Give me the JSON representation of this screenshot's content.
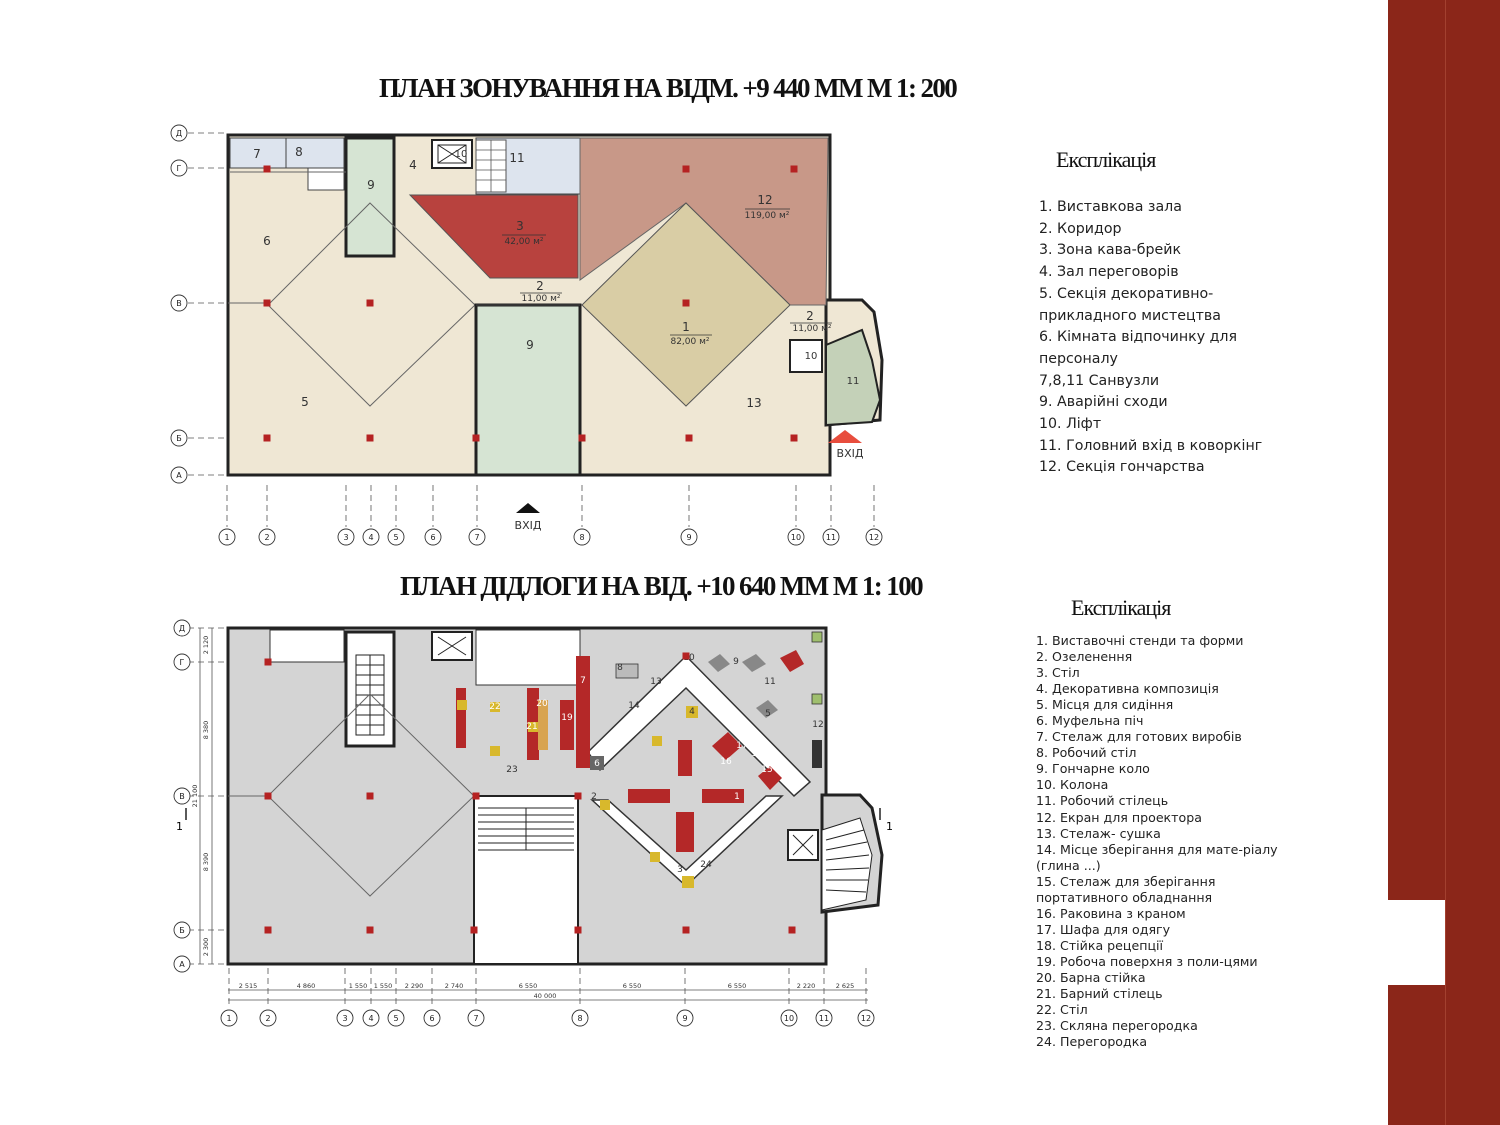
{
  "colors": {
    "band": "#8b2619",
    "floor_main": "#efe7d4",
    "zone_coffee": "#b8423e",
    "zone_pottery": "#c89888",
    "zone_exhibit": "#d9cda5",
    "zone_stairs": "#d6e4d3",
    "zone_wc": "#dde4ee",
    "floor_grey": "#d4d4d4",
    "column": "#b52222",
    "furniture_red": "#b42828",
    "furniture_yellow": "#d8b82c"
  },
  "plan1": {
    "title": "ПЛАН ЗОНУВАННЯ НА ВІДМ. +9 440 ММ      М  1: 200",
    "explication_title": "Експлікація",
    "legend": [
      "1. Виставкова зала",
      "2. Коридор",
      "3. Зона кава-брейк",
      "4. Зал переговорів",
      "5. Секція декоративно-прикладного мистецтва",
      "6. Кімната відпочинку для персоналу",
      "7,8,11 Санвузли",
      "9. Аварійні сходи",
      "10. Ліфт",
      "11. Головний вхід в коворкінг",
      "12. Секція гончарства"
    ],
    "axes_letters": [
      "Д",
      "Г",
      "В",
      "Б",
      "А"
    ],
    "axes_numbers": [
      "1",
      "2",
      "3",
      "4",
      "5",
      "6",
      "7",
      "8",
      "9",
      "10",
      "11",
      "12"
    ],
    "rooms": {
      "r7": "7",
      "r8": "8",
      "r9a": "9",
      "r4": "4",
      "r10a": "10",
      "r11a": "11",
      "r12": "12",
      "r12_area": "119,00 м²",
      "r3": "3",
      "r3_area": "42,00 м²",
      "r6": "6",
      "r2a": "2",
      "r2a_area": "11,00 м²",
      "r2b": "2",
      "r2b_area": "11,00 м²",
      "r1": "1",
      "r1_area": "82,00 м²",
      "r9b": "9",
      "r10b": "10",
      "r11b": "11",
      "r5": "5",
      "r13": "13"
    },
    "entrance_main": "ВХІД",
    "entrance_bottom": "ВХІД"
  },
  "plan2": {
    "title": "ПЛАН ДІДЛОГИ НА ВІД. +10 640 ММ      М 1: 100",
    "explication_title": "Експлікація",
    "legend": [
      "1. Виставочні стенди та форми",
      "2. Озеленення",
      "3. Стіл",
      "4. Декоративна композиція",
      "5. Місця для сидіння",
      "6. Муфельна піч",
      "7. Стелаж для готових виробів",
      "8. Робочий стіл",
      "9. Гончарне коло",
      "10. Колона",
      "11. Робочий стілець",
      "12. Екран для проектора",
      "13. Стелаж- сушка",
      "14. Місце зберігання для мате-ріалу (глина ...)",
      "15. Стелаж для зберігання портативного обладнання",
      "16. Раковина з краном",
      "17. Шафа для одягу",
      "18. Стійка рецепції",
      "19. Робоча поверхня з поли-цями",
      "20. Барна стійка",
      "21. Барний стілець",
      "22. Стіл",
      "23. Скляна перегородка",
      "24. Перегородка"
    ],
    "axes_letters": [
      "Д",
      "Г",
      "В",
      "Б",
      "А"
    ],
    "axes_numbers": [
      "1",
      "2",
      "3",
      "4",
      "5",
      "6",
      "7",
      "8",
      "9",
      "10",
      "11",
      "12"
    ],
    "dims_bottom": [
      "2 515",
      "4 860",
      "1 550",
      "1 550",
      "2 290",
      "2 740",
      "6 550",
      "6 550",
      "6 550",
      "2 220",
      "2 625"
    ],
    "dim_total": "40 000",
    "dims_left": [
      "2 120",
      "8 380",
      "21 100",
      "8 390",
      "2 300"
    ],
    "section_mark": "1",
    "furniture_labels": [
      "7",
      "8",
      "9",
      "10",
      "11",
      "12",
      "13",
      "14",
      "15",
      "16",
      "17",
      "18",
      "19",
      "20",
      "21",
      "22",
      "23",
      "24",
      "1",
      "2",
      "3",
      "4",
      "5",
      "6"
    ]
  }
}
